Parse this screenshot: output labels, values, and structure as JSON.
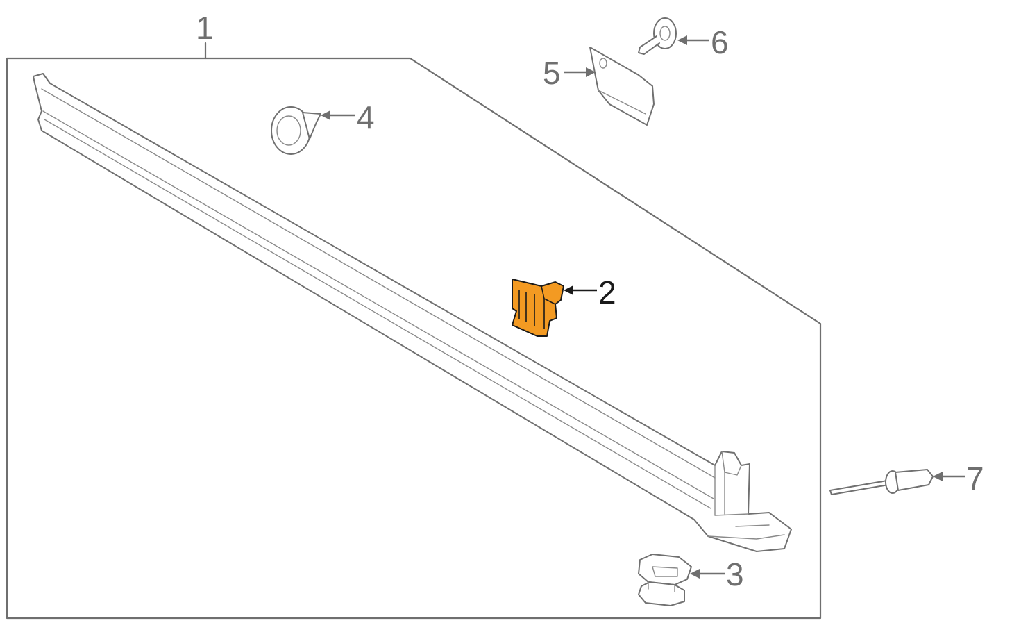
{
  "diagram": {
    "highlight_color": "#F39A22",
    "line_color": "#6F6F6F",
    "callouts": [
      {
        "id": "1",
        "label": "1"
      },
      {
        "id": "2",
        "label": "2"
      },
      {
        "id": "3",
        "label": "3"
      },
      {
        "id": "4",
        "label": "4"
      },
      {
        "id": "5",
        "label": "5"
      },
      {
        "id": "6",
        "label": "6"
      },
      {
        "id": "7",
        "label": "7"
      }
    ]
  }
}
